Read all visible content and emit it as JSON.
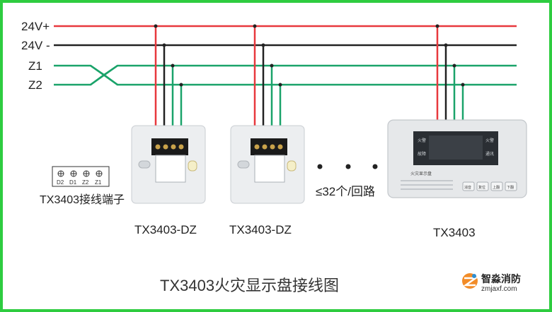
{
  "diagram": {
    "bus_labels": {
      "v24_plus": "24V+",
      "v24_minus": "24V -",
      "z1": "Z1",
      "z2": "Z2"
    },
    "terminal_block": {
      "labels": [
        "D2",
        "D1",
        "Z2",
        "Z1"
      ],
      "title": "TX3403接线端子"
    },
    "devices": {
      "dz1": "TX3403-DZ",
      "dz2": "TX3403-DZ",
      "main": "TX3403"
    },
    "loop_limit": "≤32个/回路",
    "panel": {
      "left_labels": [
        "火警",
        "故障"
      ],
      "right_labels": [
        "火警",
        "通讯"
      ],
      "title": "火灾显示盘",
      "buttons": [
        "消音",
        "复位",
        "上翻",
        "下翻"
      ]
    },
    "caption": "TX3403火灾显示盘接线图",
    "logo": {
      "name": "智淼消防",
      "url": "zmjaxf.com"
    },
    "colors": {
      "red": "#e8383d",
      "black": "#222222",
      "green": "#1aa36a",
      "frame": "#2ecc40"
    }
  }
}
